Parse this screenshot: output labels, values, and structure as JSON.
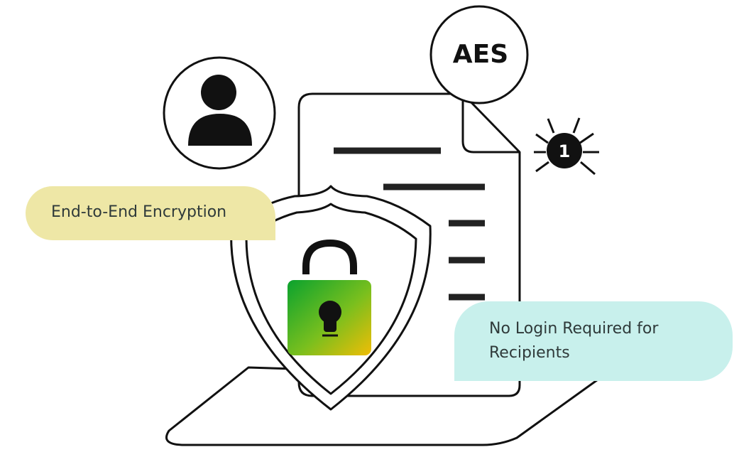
{
  "badges": {
    "cipher_label": "AES",
    "bug_count": "1"
  },
  "callouts": {
    "encryption": "End-to-End Encryption",
    "login": "No Login Required for Recipients"
  },
  "colors": {
    "outline": "#111111",
    "encryption_callout": "#eee7a6",
    "login_callout": "#c8f0ec",
    "lock_gradient_start": "#0aa22e",
    "lock_gradient_mid": "#79bf1e",
    "lock_gradient_end": "#f0bd06"
  },
  "icons": [
    "user-icon",
    "document-icon",
    "shield-icon",
    "padlock-icon",
    "keyhole-icon",
    "bug-icon"
  ]
}
